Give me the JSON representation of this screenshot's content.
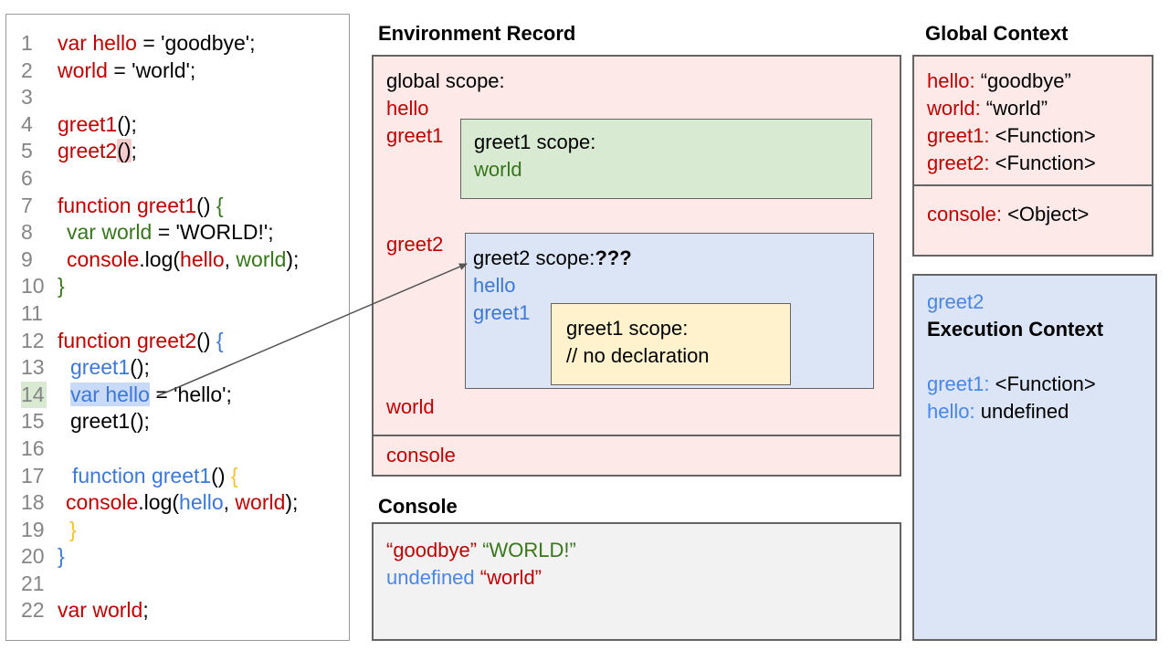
{
  "colors": {
    "black": "#000000",
    "red": "#c00000",
    "green": "#38761d",
    "blue": "#3c78d8",
    "lightblue": "#4a86e8",
    "yellow": "#f1c232"
  },
  "highlights": {
    "pink": "#f5cccc",
    "blue": "#c9daf8",
    "green": "#d9ead3"
  },
  "palette": {
    "pink_fill": "#fce9e8",
    "green_fill": "#d9ead3",
    "blue_fill": "#dbe5f6",
    "yellow_fill": "#fff2cc",
    "gray_fill": "#f2f2f2",
    "white_fill": "#ffffff"
  },
  "code_panel": {
    "lines": [
      {
        "n": "1",
        "ind": 0,
        "seg": [
          {
            "t": "var hello",
            "c": "red"
          },
          {
            "t": " = 'goodbye';",
            "c": "black"
          }
        ]
      },
      {
        "n": "2",
        "ind": 0,
        "seg": [
          {
            "t": "world",
            "c": "red"
          },
          {
            "t": " = 'world';",
            "c": "black"
          }
        ]
      },
      {
        "n": "3",
        "ind": 0,
        "seg": []
      },
      {
        "n": "4",
        "ind": 0,
        "seg": [
          {
            "t": "greet1",
            "c": "red"
          },
          {
            "t": "();",
            "c": "black"
          }
        ]
      },
      {
        "n": "5",
        "ind": 0,
        "seg": [
          {
            "t": "greet2",
            "c": "red"
          },
          {
            "t": "()",
            "c": "black",
            "h": "pink"
          },
          {
            "t": ";",
            "c": "black"
          }
        ]
      },
      {
        "n": "6",
        "ind": 0,
        "seg": []
      },
      {
        "n": "7",
        "ind": 0,
        "seg": [
          {
            "t": "function greet1",
            "c": "red"
          },
          {
            "t": "() ",
            "c": "black"
          },
          {
            "t": "{",
            "c": "green"
          }
        ]
      },
      {
        "n": "8",
        "ind": 10,
        "seg": [
          {
            "t": "var world",
            "c": "green"
          },
          {
            "t": " = 'WORLD!';",
            "c": "black"
          }
        ]
      },
      {
        "n": "9",
        "ind": 10,
        "seg": [
          {
            "t": "console",
            "c": "red"
          },
          {
            "t": ".log(",
            "c": "black"
          },
          {
            "t": "hello",
            "c": "red"
          },
          {
            "t": ", ",
            "c": "black"
          },
          {
            "t": "world",
            "c": "green"
          },
          {
            "t": ");",
            "c": "black"
          }
        ]
      },
      {
        "n": "10",
        "ind": 0,
        "seg": [
          {
            "t": "}",
            "c": "green"
          }
        ]
      },
      {
        "n": "11",
        "ind": 0,
        "seg": []
      },
      {
        "n": "12",
        "ind": 0,
        "seg": [
          {
            "t": "function greet2",
            "c": "red"
          },
          {
            "t": "() ",
            "c": "black"
          },
          {
            "t": "{",
            "c": "blue"
          }
        ]
      },
      {
        "n": "13",
        "ind": 14,
        "seg": [
          {
            "t": "greet1",
            "c": "blue"
          },
          {
            "t": "();",
            "c": "black"
          }
        ]
      },
      {
        "n": "14",
        "ind": 14,
        "hl": "green",
        "seg": [
          {
            "t": "var hello",
            "c": "blue",
            "h": "blue"
          },
          {
            "t": " = 'hello';",
            "c": "black"
          }
        ]
      },
      {
        "n": "15",
        "ind": 14,
        "seg": [
          {
            "t": "greet1();",
            "c": "black"
          }
        ]
      },
      {
        "n": "16",
        "ind": 0,
        "seg": []
      },
      {
        "n": "17",
        "ind": 16,
        "seg": [
          {
            "t": "function greet1",
            "c": "blue"
          },
          {
            "t": "() ",
            "c": "black"
          },
          {
            "t": "{",
            "c": "yellow"
          }
        ]
      },
      {
        "n": "18",
        "ind": 9,
        "seg": [
          {
            "t": "console",
            "c": "red"
          },
          {
            "t": ".log(",
            "c": "black"
          },
          {
            "t": "hello",
            "c": "blue"
          },
          {
            "t": ", ",
            "c": "black"
          },
          {
            "t": "world",
            "c": "red"
          },
          {
            "t": ");",
            "c": "black"
          }
        ]
      },
      {
        "n": "19",
        "ind": 13,
        "seg": [
          {
            "t": "}",
            "c": "yellow"
          }
        ]
      },
      {
        "n": "20",
        "ind": 0,
        "seg": [
          {
            "t": "}",
            "c": "blue"
          }
        ]
      },
      {
        "n": "21",
        "ind": 0,
        "seg": []
      },
      {
        "n": "22",
        "ind": 0,
        "seg": [
          {
            "t": "var world",
            "c": "red"
          },
          {
            "t": ";",
            "c": "black"
          }
        ]
      }
    ]
  },
  "env_record": {
    "title": "Environment Record",
    "global_scope_label": "global scope:",
    "var_hello": [
      {
        "t": "hello",
        "c": "red"
      }
    ],
    "var_greet1": [
      {
        "t": "greet1",
        "c": "red"
      }
    ],
    "var_greet2": [
      {
        "t": "greet2",
        "c": "red"
      }
    ],
    "var_world": [
      {
        "t": "world",
        "c": "red"
      }
    ],
    "console_label": [
      {
        "t": "console",
        "c": "red"
      }
    ],
    "greet1_scope": {
      "title": "greet1 scope:",
      "var_world": [
        {
          "t": "world",
          "c": "green"
        }
      ]
    },
    "greet2_scope": {
      "title_segs": [
        {
          "t": "greet2 scope:",
          "c": "black"
        },
        {
          "t": "???",
          "c": "black",
          "b": true
        }
      ],
      "var_hello": [
        {
          "t": "hello",
          "c": "blue"
        }
      ],
      "var_greet1": [
        {
          "t": "greet1",
          "c": "blue"
        }
      ],
      "inner_greet1_scope": {
        "title": "greet1 scope:",
        "comment": "// no declaration"
      }
    }
  },
  "console_panel": {
    "title": "Console",
    "line1": [
      {
        "t": "“goodbye”",
        "c": "red"
      },
      {
        "t": " ",
        "c": "black"
      },
      {
        "t": "“WORLD!”",
        "c": "green"
      }
    ],
    "line2": [
      {
        "t": "undefined",
        "c": "lightblue"
      },
      {
        "t": " ",
        "c": "black"
      },
      {
        "t": "“world”",
        "c": "red"
      }
    ]
  },
  "global_context": {
    "title": "Global Context",
    "rows": [
      [
        {
          "t": "hello: ",
          "c": "red"
        },
        {
          "t": "“goodbye”",
          "c": "black"
        }
      ],
      [
        {
          "t": "world: ",
          "c": "red"
        },
        {
          "t": "“world”",
          "c": "black"
        }
      ],
      [
        {
          "t": "greet1: ",
          "c": "red"
        },
        {
          "t": "<Function>",
          "c": "black"
        }
      ],
      [
        {
          "t": "greet2: ",
          "c": "red"
        },
        {
          "t": "<Function>",
          "c": "black"
        }
      ]
    ],
    "console_row": [
      {
        "t": "console: ",
        "c": "red"
      },
      {
        "t": "<Object>",
        "c": "black"
      }
    ]
  },
  "execution_context": {
    "function_name": [
      {
        "t": "greet2",
        "c": "lightblue"
      }
    ],
    "title": "Execution Context",
    "rows": [
      [
        {
          "t": "greet1: ",
          "c": "lightblue"
        },
        {
          "t": "<Function>",
          "c": "black"
        }
      ],
      [
        {
          "t": "hello: ",
          "c": "lightblue"
        },
        {
          "t": "undefined",
          "c": "black"
        }
      ]
    ]
  }
}
